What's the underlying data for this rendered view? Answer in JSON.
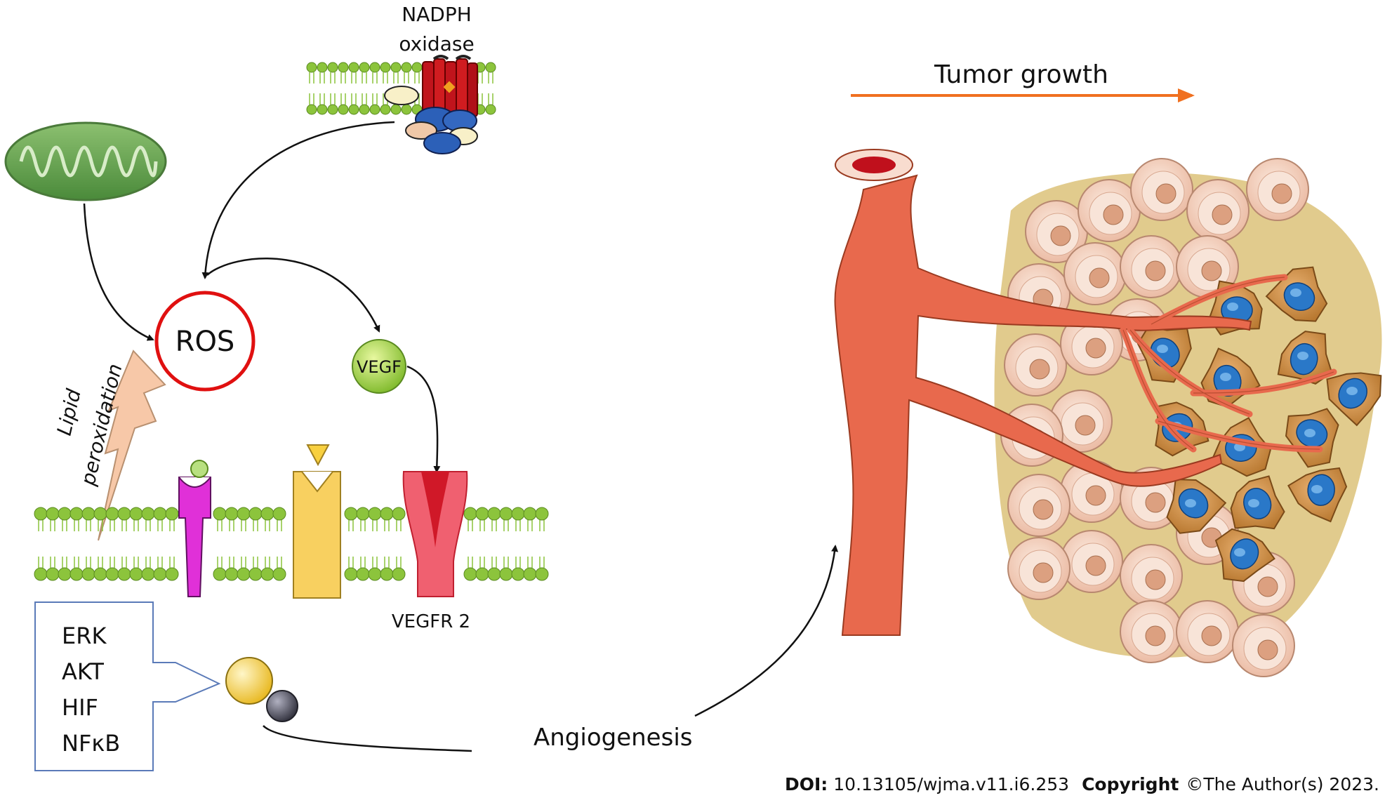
{
  "labels": {
    "nadph_line1": "NADPH",
    "nadph_line2": "oxidase",
    "ros": "ROS",
    "vegf": "VEGF",
    "vegfr2": "VEGFR 2",
    "lipid_line1": "Lipid",
    "lipid_line2": "peroxidation",
    "tumor_growth": "Tumor growth",
    "angiogenesis": "Angiogenesis",
    "pathways": [
      "ERK",
      "AKT",
      "HIF",
      "NFκB"
    ]
  },
  "footer": {
    "doi_label": "DOI:",
    "doi_value": "10.13105/wjma.v11.i6.253",
    "copyright_label": "Copyright",
    "copyright_value": "©The Author(s) 2023."
  },
  "colors": {
    "ros_ring": "#e01010",
    "tumor_arrow": "#f07020",
    "vessel": "#e8694d",
    "membrane_head": "#8cc43c",
    "mitochondria": "#6aa050",
    "vegf": "#9ccc3a",
    "vegfr2": "#f06070",
    "receptor_magenta": "#e030d8",
    "receptor_yellow": "#f8d060",
    "lightning": "#f7c8a8",
    "tumor_cell_nucleus": "#2a78c8",
    "normal_cell": "#f6d8c8",
    "stroma": "#c8a030"
  }
}
